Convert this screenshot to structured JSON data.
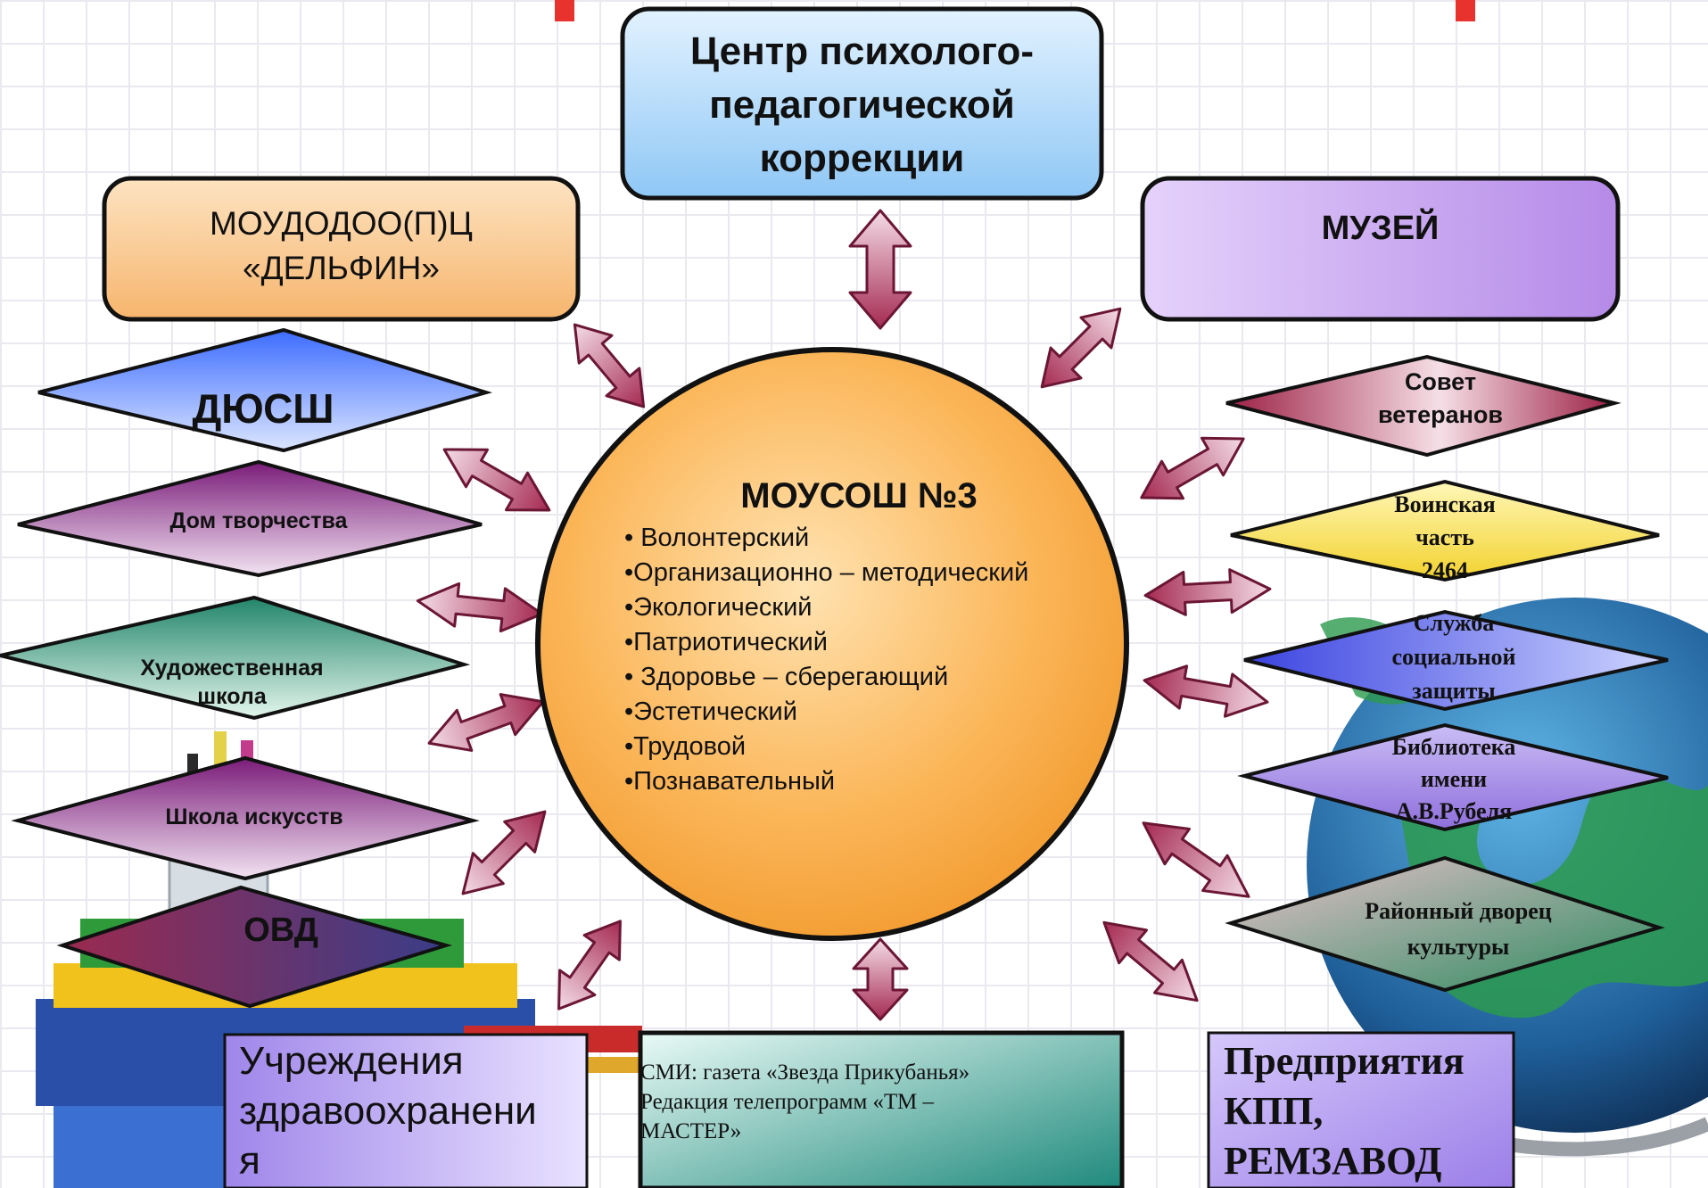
{
  "title_partial": "",
  "nodes": {
    "center_top": [
      "Центр психолого-",
      "педагогической",
      "коррекции"
    ],
    "delfin": [
      "МОУДОДОО(П)Ц",
      "«ДЕЛЬФИН»"
    ],
    "museum": "МУЗЕЙ",
    "dyussh": "ДЮСШ",
    "dom_tvorchestva": "Дом творчества",
    "art_school": [
      "Художественная",
      "школа"
    ],
    "arts_school": "Школа искусств",
    "ovd": "ОВД",
    "health": [
      "Учреждения",
      "здравоохранени",
      "я"
    ],
    "media": [
      "СМИ: газета «Звезда Прикубанья»",
      "Редакция телепрограмм «ТМ –",
      "МАСТЕР»"
    ],
    "enterprises": [
      "Предприятия",
      "КПП,",
      "РЕМЗАВОД"
    ],
    "veterans": [
      "Совет",
      "ветеранов"
    ],
    "military": [
      "Воинская",
      "часть",
      "2464"
    ],
    "social": [
      "Служба",
      "социальной",
      "защиты"
    ],
    "library": [
      "Библиотека",
      "имени",
      "А.В.Рубеля"
    ],
    "culture": [
      "Районный  дворец",
      "культуры"
    ]
  },
  "hub": {
    "title": "МОУСОШ №3",
    "items": [
      "• Волонтерский",
      "•Организационно – методический",
      "•Экологический",
      "•Патриотический",
      "• Здоровье – сберегающий",
      "•Эстетический",
      "•Трудовой",
      "•Познавательный"
    ]
  },
  "colors": {
    "hub_fill": "#f8a43c",
    "arrow_fill": "#a52a52",
    "top_box": "#b3dcfb",
    "delfin_box": "#fbcf9a",
    "museum_box": "#c9a6f2",
    "purple_box": "#b49cf0",
    "teal_box": "#2e8f85"
  }
}
